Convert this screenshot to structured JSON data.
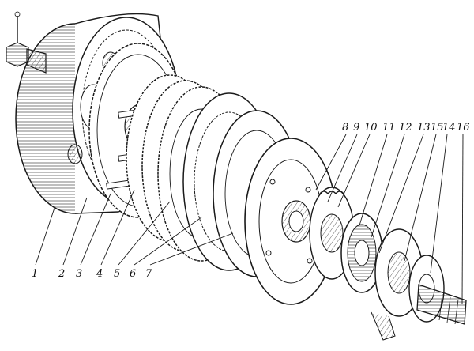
{
  "diagram": {
    "labels_bottom": [
      "1",
      "2",
      "3",
      "4",
      "5",
      "6",
      "7"
    ],
    "labels_top": [
      "8",
      "9",
      "10",
      "11",
      "12",
      "13",
      "15",
      "14",
      "16"
    ]
  }
}
